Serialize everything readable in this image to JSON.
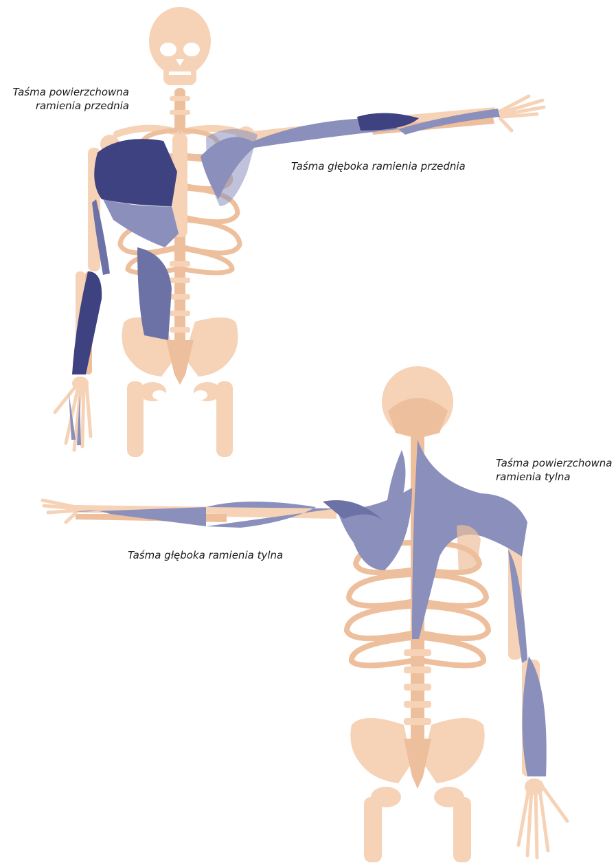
{
  "colors": {
    "bone": "#f6d2b6",
    "bone_dark": "#eebf9c",
    "muscle_light": "#8a8fbc",
    "muscle_dark": "#3e4280",
    "muscle_shadow": "#6c71a6"
  },
  "labels": {
    "superficial_front_arm": [
      "Taśma powierzchowna",
      "ramienia przednia"
    ],
    "deep_front_arm": "Taśma głęboka ramienia przednia",
    "superficial_back_arm": [
      "Taśma powierzchowna",
      "ramienia tylna"
    ],
    "deep_back_arm": "Taśma głęboka ramienia tylna"
  }
}
